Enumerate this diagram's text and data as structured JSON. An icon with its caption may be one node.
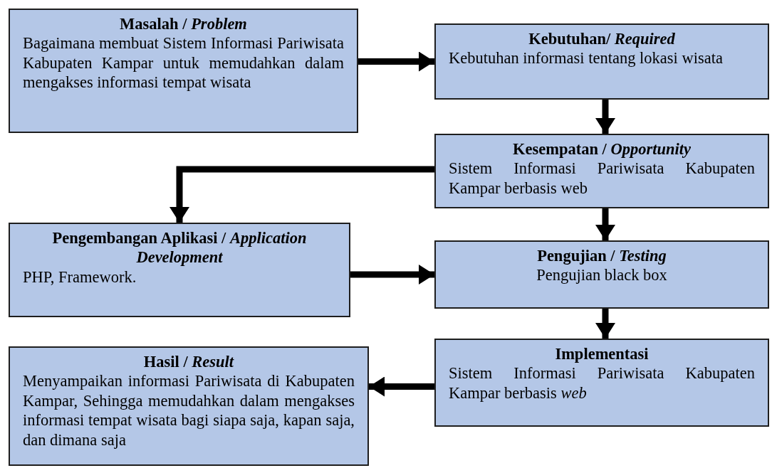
{
  "diagram": {
    "nodes": [
      {
        "text": [
          "Masalah / *Problem*",
          "Bagaimana membuat Sistem Informasi Pariwisata Kabupaten Kampar untuk memudahkan dalam mengakses informasi tempat wisata"
        ]
      },
      {
        "text": [
          "Kebutuhan/ *Required*",
          "Kebutuhan informasi tentang lokasi wisata"
        ]
      },
      {
        "text": [
          "Kesempatan / *Opportunity*",
          "Sistem Informasi Pariwisata Kabupaten Kampar berbasis web"
        ]
      },
      {
        "text": [
          "Pengembangan Aplikasi / *Application Development*",
          "PHP, Framework."
        ]
      },
      {
        "text": [
          "Pengujian / *Testing*",
          "Pengujian black box"
        ]
      },
      {
        "text": [
          "Hasil / *Result*",
          "Menyampaikan informasi Pariwisata di Kabupaten Kampar, Sehingga memudahkan dalam mengakses informasi tempat wisata bagi siapa saja, kapan saja, dan dimana saja"
        ]
      },
      {
        "text": [
          "Implementasi",
          "Sistem Informasi Pariwisata Kabupaten Kampar berbasis *web*"
        ]
      }
    ],
    "edges": [
      {
        "from": 0,
        "to": 1,
        "arrow": "to"
      },
      {
        "from": 1,
        "to": 2,
        "arrow": "to"
      },
      {
        "from": 2,
        "to": 3,
        "arrow": "to"
      },
      {
        "from": 2,
        "to": 4,
        "arrow": "to"
      },
      {
        "from": 3,
        "to": 4,
        "arrow": "to"
      },
      {
        "from": 4,
        "to": 6,
        "arrow": "to"
      },
      {
        "from": 6,
        "to": 5,
        "arrow": "to"
      }
    ]
  }
}
